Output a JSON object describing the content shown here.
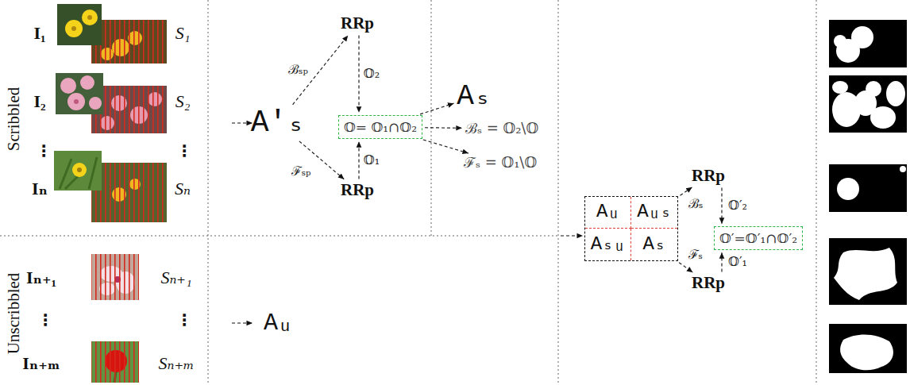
{
  "diagram": {
    "nodes": [
      {
        "text": [
          "A′ₛ"
        ]
      },
      {
        "text": [
          "RRp"
        ]
      },
      {
        "text": [
          "RRp"
        ]
      },
      {
        "text": [
          "𝕆= 𝕆₁∩𝕆₂"
        ]
      },
      {
        "text": [
          "Aₛ"
        ]
      },
      {
        "text": [
          "ℬₛ = 𝕆₂\\𝕆"
        ]
      },
      {
        "text": [
          "ℱₛ = 𝕆₁\\𝕆"
        ]
      },
      {
        "text": [
          "Aᵤ"
        ]
      },
      {
        "text": []
      },
      {
        "text": [
          "Aᵤ"
        ],
        "in": 8
      },
      {
        "text": [
          "Aᵤₛ"
        ],
        "in": 8
      },
      {
        "text": [
          "Aₛᵤ"
        ],
        "in": 8
      },
      {
        "text": [
          "Aₛ"
        ],
        "in": 8
      },
      {
        "text": [
          "RRp"
        ]
      },
      {
        "text": [
          "RRp"
        ]
      },
      {
        "text": [
          "𝕆′=𝕆′₁∩𝕆′₂"
        ]
      }
    ],
    "edges": [
      {
        "from": 0,
        "to": 1,
        "arrow": "to",
        "label": "ℬₛₚ"
      },
      {
        "from": 0,
        "to": 2,
        "arrow": "to",
        "label": "ℱₛₚ"
      },
      {
        "from": 1,
        "to": 3,
        "arrow": "to",
        "label": "𝕆₂"
      },
      {
        "from": 2,
        "to": 3,
        "arrow": "to",
        "label": "𝕆₁"
      },
      {
        "from": 3,
        "to": 4,
        "arrow": "to"
      },
      {
        "from": 3,
        "to": 5,
        "arrow": "to"
      },
      {
        "from": 3,
        "to": 6,
        "arrow": "to"
      },
      {
        "from": 8,
        "to": 13,
        "arrow": "to",
        "label": "ℬₛ"
      },
      {
        "from": 8,
        "to": 14,
        "arrow": "to",
        "label": "ℱₛ"
      },
      {
        "from": 13,
        "to": 15,
        "arrow": "to",
        "label": "𝕆′₂"
      },
      {
        "from": 14,
        "to": 15,
        "arrow": "to",
        "label": "𝕆′₁"
      }
    ],
    "labels": [
      "Scribbled",
      "I₁",
      "S₁",
      "I₂",
      "S₂",
      "⋮",
      "⋮",
      "Iₙ",
      "Sₙ",
      "Unscribbled",
      "Iₙ₊₁",
      "Sₙ₊₁",
      "⋮",
      "⋮",
      "Iₙ₊ₘ",
      "Sₙ₊ₘ"
    ]
  }
}
